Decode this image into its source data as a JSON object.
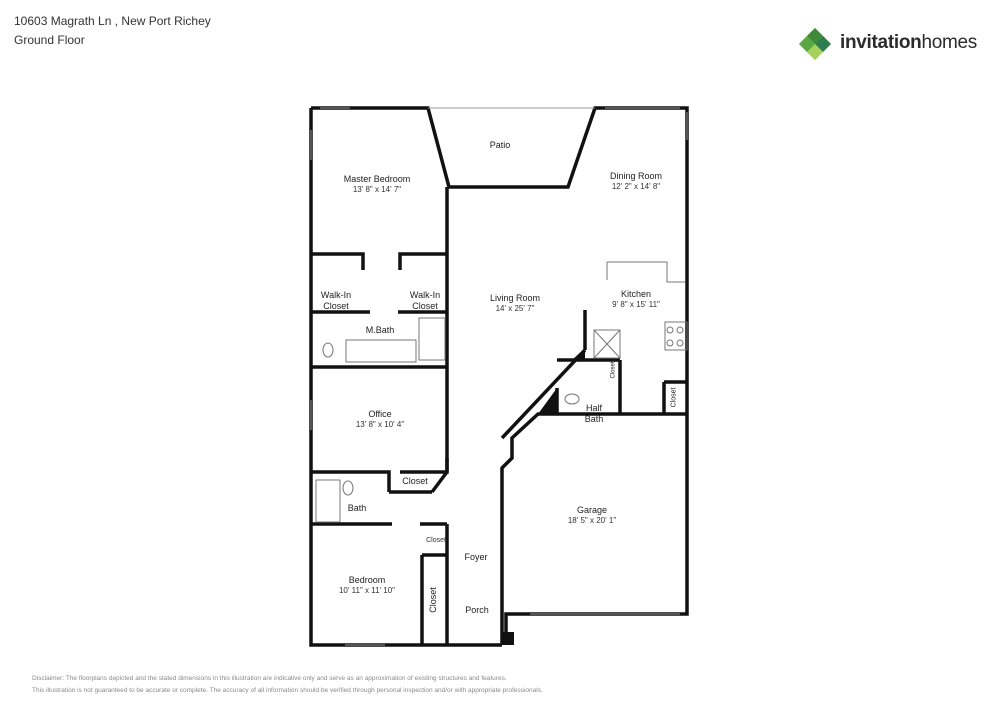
{
  "header": {
    "address": "10603 Magrath Ln , New Port Richey",
    "floor": "Ground Floor"
  },
  "brand": {
    "name_bold": "invitation",
    "name_rest": "homes",
    "colors": {
      "green_dark": "#3f8a3a",
      "green_light": "#8cc63f",
      "teal": "#2a9d8f"
    },
    "icon": "diamond-leaf-logo-icon"
  },
  "rooms": {
    "patio": {
      "name": "Patio"
    },
    "master_bedroom": {
      "name": "Master Bedroom",
      "dims": "13' 8\" x 14' 7\""
    },
    "dining_room": {
      "name": "Dining Room",
      "dims": "12' 2\" x 14' 8\""
    },
    "walkin_closet_left": {
      "name": "Walk-In\nCloset"
    },
    "walkin_closet_right": {
      "name": "Walk-In\nCloset"
    },
    "living_room": {
      "name": "Living Room",
      "dims": "14' x 25' 7\""
    },
    "kitchen": {
      "name": "Kitchen",
      "dims": "9' 8\" x 15' 11\""
    },
    "master_bath": {
      "name": "M.Bath"
    },
    "half_bath": {
      "name": "Half\nBath"
    },
    "office": {
      "name": "Office",
      "dims": "13' 8\" x 10' 4\""
    },
    "closet_office": {
      "name": "Closet"
    },
    "bath": {
      "name": "Bath"
    },
    "garage": {
      "name": "Garage",
      "dims": "18' 5\" x 20' 1\""
    },
    "closet_small_hall": {
      "name": "Closet"
    },
    "foyer": {
      "name": "Foyer"
    },
    "bedroom": {
      "name": "Bedroom",
      "dims": "10' 11\" x 11' 10\""
    },
    "closet_bedroom": {
      "name": "Closet"
    },
    "porch": {
      "name": "Porch"
    },
    "closet_halfbath": {
      "name": "Closet"
    },
    "closet_kitchen": {
      "name": "Closet"
    }
  },
  "disclaimer": {
    "line1": "Disclaimer: The floorplans depicted and the stated dimensions in this illustration are indicative only and serve as an approximation of existing structures and features.",
    "line2": "This illustration is not guaranteed to be accurate or complete. The accuracy of all information should be verified through personal inspection and/or with appropriate professionals."
  }
}
